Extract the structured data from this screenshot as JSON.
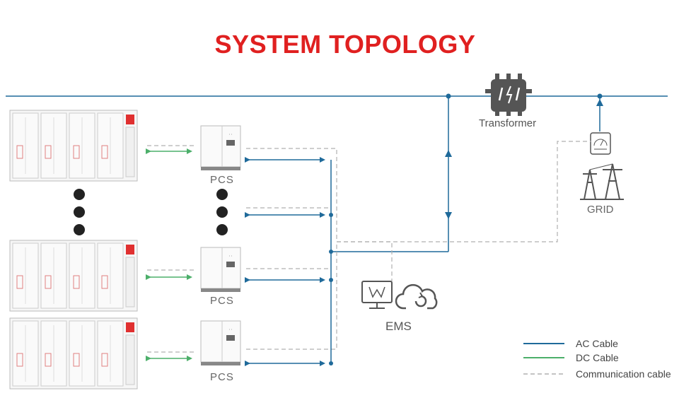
{
  "title": "SYSTEM TOPOLOGY",
  "labels": {
    "transformer": "Transformer",
    "grid": "GRID",
    "ems": "EMS",
    "pcs": "PCS"
  },
  "legend": {
    "ac": "AC Cable",
    "dc": "DC Cable",
    "comm": "Communication cable"
  },
  "colors": {
    "title": "#e02020",
    "ac_cable": "#1f6a9a",
    "dc_cable": "#4caf6a",
    "comm_cable": "#b0b0b0",
    "battery_accent": "#e03030"
  },
  "icons": [
    "transformer-icon",
    "meter-icon",
    "pylon-icon",
    "monitor-icon",
    "cloud-sync-icon",
    "ellipsis-dot-icon"
  ]
}
